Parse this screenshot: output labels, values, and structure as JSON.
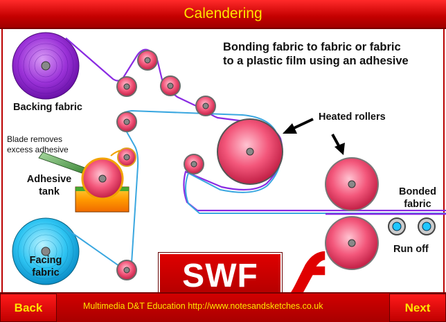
{
  "title": "Calendering",
  "heading": {
    "line1": "Bonding fabric to fabric or fabric",
    "line2": "to a plastic film using an adhesive"
  },
  "labels": {
    "backing_fabric": "Backing fabric",
    "blade_line1": "Blade removes",
    "blade_line2": "excess adhesive",
    "adhesive_line1": "Adhesive",
    "adhesive_line2": "tank",
    "facing_line1": "Facing",
    "facing_line2": "fabric",
    "heated_rollers": "Heated rollers",
    "bonded_line1": "Bonded",
    "bonded_line2": "fabric",
    "run_off": "Run off"
  },
  "swf_badge": "SWF",
  "icons": {
    "flash": "flash-logo-icon",
    "arrow": "arrow-icon"
  },
  "footer": {
    "back_label": "Back",
    "next_label": "Next",
    "credit": "Multimedia D&T Education   http://www.notesandsketches.co.uk"
  },
  "colors": {
    "title_bar": "#c40000",
    "title_text": "#ffe400",
    "backing_roll": "#8a1fd0",
    "facing_roll": "#19b6f0",
    "roller": "#f04a70",
    "path_purple": "#8a2be2",
    "path_blue": "#3aa7e0"
  }
}
